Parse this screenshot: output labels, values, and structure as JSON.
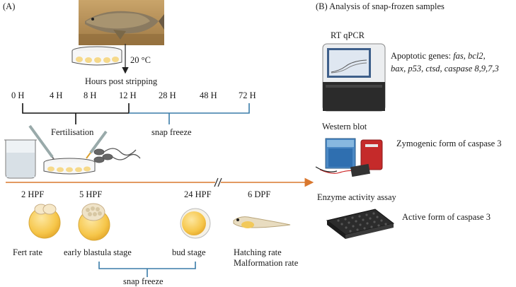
{
  "panel_a": {
    "label": "(A)",
    "temperature": "20 °C",
    "hours_title": "Hours post stripping",
    "hours": [
      "0 H",
      "4 H",
      "8 H",
      "12 H",
      "28 H",
      "48 H",
      "72 H"
    ],
    "fertilisation_label": "Fertilisation",
    "snap_freeze_top": "snap freeze",
    "dev_stages": [
      {
        "time": "2 HPF",
        "stage": "Fert rate"
      },
      {
        "time": "5 HPF",
        "stage": "early blastula stage"
      },
      {
        "time": "24 HPF",
        "stage": "bud stage"
      },
      {
        "time": "6 DPF",
        "stage": "Hatching rate"
      }
    ],
    "malformation": "Malformation rate",
    "snap_freeze_bottom": "snap freeze"
  },
  "panel_b": {
    "title": "(B)   Analysis of snap-frozen samples",
    "qpcr_label": "RT qPCR",
    "apoptotic_prefix": "Apoptotic genes: ",
    "genes": {
      "fas": "fas",
      "bcl2": "bcl2",
      "bax": "bax",
      "p53": "p53",
      "ctsd": "ctsd",
      "caspase": "caspase",
      "caspase_numbers": "8,9,7,3"
    },
    "western_label": "Western blot",
    "zymogenic": "Zymogenic form of caspase 3",
    "enzyme_label": "Enzyme activity assay",
    "active": "Active form of caspase 3"
  },
  "colors": {
    "timeline_orange": "#d9782f",
    "bracket_blue": "#3a7ca8",
    "egg_yellow": "#f6c64a",
    "fish_brown": "#8a6a3c"
  },
  "icons": [
    "fish-photo",
    "petri-dish-icon",
    "beaker-icon",
    "pipette-icon",
    "sperm-icon",
    "embryo-icon",
    "larva-icon",
    "qpcr-machine-icon",
    "western-blot-tank-icon",
    "microplate-icon"
  ]
}
